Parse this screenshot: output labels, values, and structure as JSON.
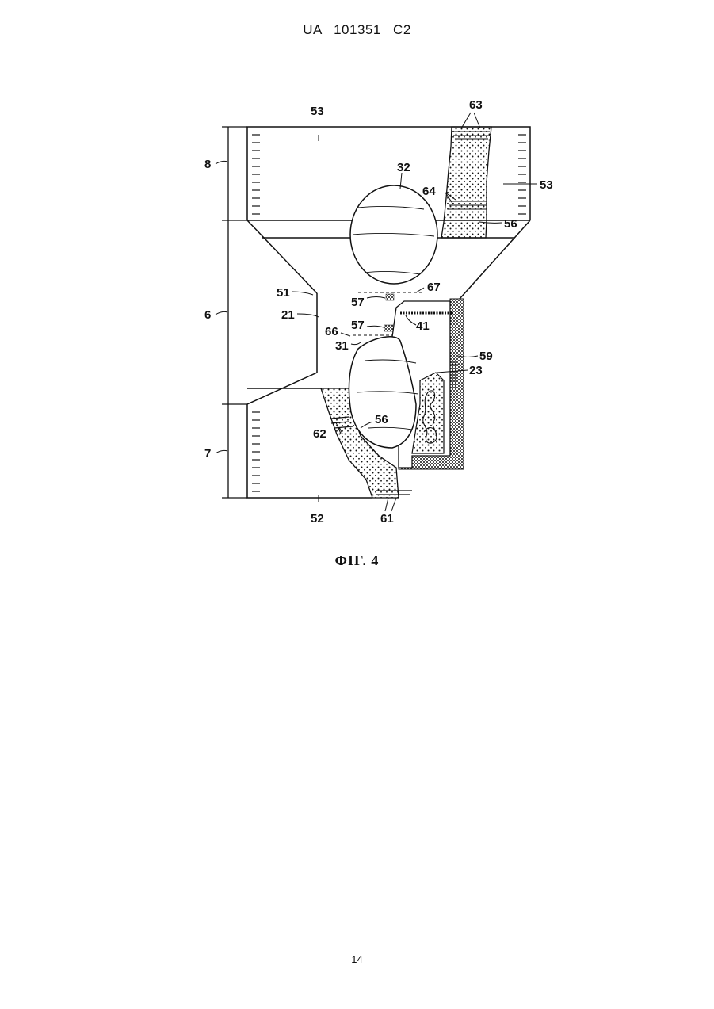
{
  "header": {
    "patent_id": "UA   101351   C2"
  },
  "figure": {
    "caption": "ФІГ. 4",
    "labels": {
      "l8": "8",
      "l6": "6",
      "l7": "7",
      "l53_top": "53",
      "l53_right": "53",
      "l52": "52",
      "l63": "63",
      "l64": "64",
      "l56_top": "56",
      "l56_bottom": "56",
      "l32": "32",
      "l31": "31",
      "l51": "51",
      "l21": "21",
      "l57_top": "57",
      "l57_bottom": "57",
      "l67": "67",
      "l66": "66",
      "l41": "41",
      "l59": "59",
      "l23": "23",
      "l62": "62",
      "l61": "61"
    }
  },
  "footer": {
    "page_number": "14"
  }
}
